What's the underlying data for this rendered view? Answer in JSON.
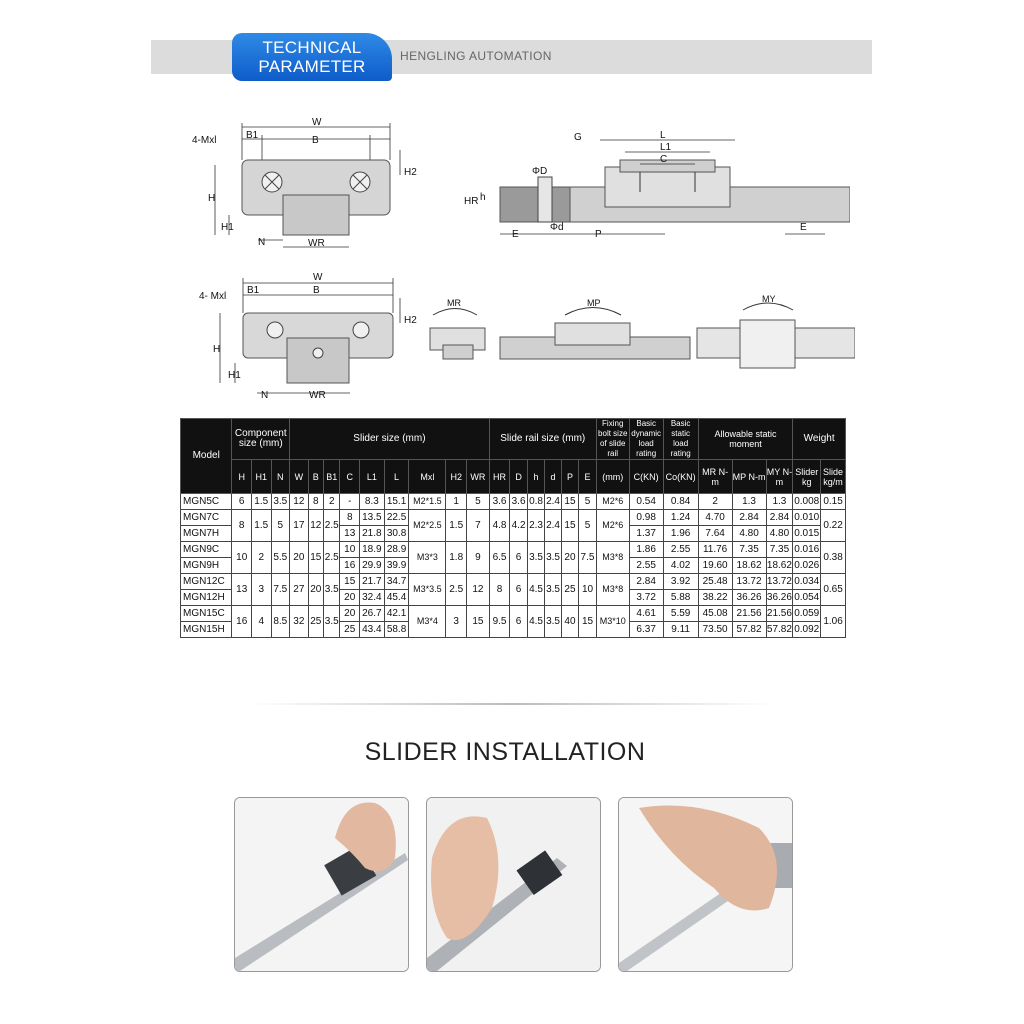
{
  "header": {
    "badge_line1": "TECHNICAL",
    "badge_line2": "PARAMETER",
    "brand": "HENGLING AUTOMATION"
  },
  "diagram_labels": {
    "W": "W",
    "B": "B",
    "B1": "B1",
    "mxl": "4-Mxl",
    "H": "H",
    "H1": "H1",
    "H2": "H2",
    "N": "N",
    "WR": "WR",
    "G": "G",
    "L": "L",
    "L1": "L1",
    "C": "C",
    "D": "ΦD",
    "d": "Φd",
    "HR": "HR",
    "h": "h",
    "E": "E",
    "P": "P",
    "mxl2": "4- Mxl",
    "MR": "MR",
    "MP": "MP",
    "MY": "MY"
  },
  "table": {
    "group_headers": {
      "model": "Model",
      "component": "Component size (mm)",
      "slider": "Slider size (mm)",
      "rail": "Slide rail size (mm)",
      "bolt": "Fixing bolt size of slide rail",
      "dynamic": "Basic dynamic load rating",
      "static": "Basic static load rating",
      "moment": "Allowable static moment",
      "weight": "Weight"
    },
    "sub_headers": [
      "H",
      "H1",
      "N",
      "W",
      "B",
      "B1",
      "C",
      "L1",
      "L",
      "Mxl",
      "H2",
      "WR",
      "HR",
      "D",
      "h",
      "d",
      "P",
      "E",
      "(mm)",
      "C(KN)",
      "Co(KN)",
      "MR N-m",
      "MP N-m",
      "MY N-m",
      "Slider kg",
      "Slide kg/m"
    ],
    "rows": [
      {
        "model": "MGN5C",
        "H": "6",
        "H1": "1.5",
        "N": "3.5",
        "W": "12",
        "B": "8",
        "B1": "2",
        "C": "-",
        "L1": "8.3",
        "L": "15.1",
        "Mxl": "M2*1.5",
        "H2": "1",
        "WR": "5",
        "HR": "3.6",
        "D": "3.6",
        "h": "0.8",
        "d": "2.4",
        "P": "15",
        "E": "5",
        "bolt": "M2*6",
        "CKN": "0.54",
        "CoKN": "0.84",
        "MR": "2",
        "MP": "1.3",
        "MY": "1.3",
        "slider_kg": "0.008",
        "rail_kg": "0.15"
      },
      {
        "model": "MGN7C",
        "H": "8",
        "H1": "1.5",
        "N": "5",
        "W": "17",
        "B": "12",
        "B1": "2.5",
        "C": "8",
        "L1": "13.5",
        "L": "22.5",
        "Mxl": "M2*2.5",
        "H2": "1.5",
        "WR": "7",
        "HR": "4.8",
        "D": "4.2",
        "h": "2.3",
        "d": "2.4",
        "P": "15",
        "E": "5",
        "bolt": "M2*6",
        "CKN": "0.98",
        "CoKN": "1.24",
        "MR": "4.70",
        "MP": "2.84",
        "MY": "2.84",
        "slider_kg": "0.010",
        "rail_kg": "0.22"
      },
      {
        "model": "MGN7H",
        "C": "13",
        "L1": "21.8",
        "L": "30.8",
        "CKN": "1.37",
        "CoKN": "1.96",
        "MR": "7.64",
        "MP": "4.80",
        "MY": "4.80",
        "slider_kg": "0.015"
      },
      {
        "model": "MGN9C",
        "H": "10",
        "H1": "2",
        "N": "5.5",
        "W": "20",
        "B": "15",
        "B1": "2.5",
        "C": "10",
        "L1": "18.9",
        "L": "28.9",
        "Mxl": "M3*3",
        "H2": "1.8",
        "WR": "9",
        "HR": "6.5",
        "D": "6",
        "h": "3.5",
        "d": "3.5",
        "P": "20",
        "E": "7.5",
        "bolt": "M3*8",
        "CKN": "1.86",
        "CoKN": "2.55",
        "MR": "11.76",
        "MP": "7.35",
        "MY": "7.35",
        "slider_kg": "0.016",
        "rail_kg": "0.38"
      },
      {
        "model": "MGN9H",
        "C": "16",
        "L1": "29.9",
        "L": "39.9",
        "CKN": "2.55",
        "CoKN": "4.02",
        "MR": "19.60",
        "MP": "18.62",
        "MY": "18.62",
        "slider_kg": "0.026"
      },
      {
        "model": "MGN12C",
        "H": "13",
        "H1": "3",
        "N": "7.5",
        "W": "27",
        "B": "20",
        "B1": "3.5",
        "C": "15",
        "L1": "21.7",
        "L": "34.7",
        "Mxl": "M3*3.5",
        "H2": "2.5",
        "WR": "12",
        "HR": "8",
        "D": "6",
        "h": "4.5",
        "d": "3.5",
        "P": "25",
        "E": "10",
        "bolt": "M3*8",
        "CKN": "2.84",
        "CoKN": "3.92",
        "MR": "25.48",
        "MP": "13.72",
        "MY": "13.72",
        "slider_kg": "0.034",
        "rail_kg": "0.65"
      },
      {
        "model": "MGN12H",
        "C": "20",
        "L1": "32.4",
        "L": "45.4",
        "CKN": "3.72",
        "CoKN": "5.88",
        "MR": "38.22",
        "MP": "36.26",
        "MY": "36.26",
        "slider_kg": "0.054"
      },
      {
        "model": "MGN15C",
        "H": "16",
        "H1": "4",
        "N": "8.5",
        "W": "32",
        "B": "25",
        "B1": "3.5",
        "C": "20",
        "L1": "26.7",
        "L": "42.1",
        "Mxl": "M3*4",
        "H2": "3",
        "WR": "15",
        "HR": "9.5",
        "D": "6",
        "h": "4.5",
        "d": "3.5",
        "P": "40",
        "E": "15",
        "bolt": "M3*10",
        "CKN": "4.61",
        "CoKN": "5.59",
        "MR": "45.08",
        "MP": "21.56",
        "MY": "21.56",
        "slider_kg": "0.059",
        "rail_kg": "1.06"
      },
      {
        "model": "MGN15H",
        "C": "25",
        "L1": "43.4",
        "L": "58.8",
        "CKN": "6.37",
        "CoKN": "9.11",
        "MR": "73.50",
        "MP": "57.82",
        "MY": "57.82",
        "slider_kg": "0.092"
      }
    ]
  },
  "install": {
    "title": "SLIDER INSTALLATION"
  }
}
